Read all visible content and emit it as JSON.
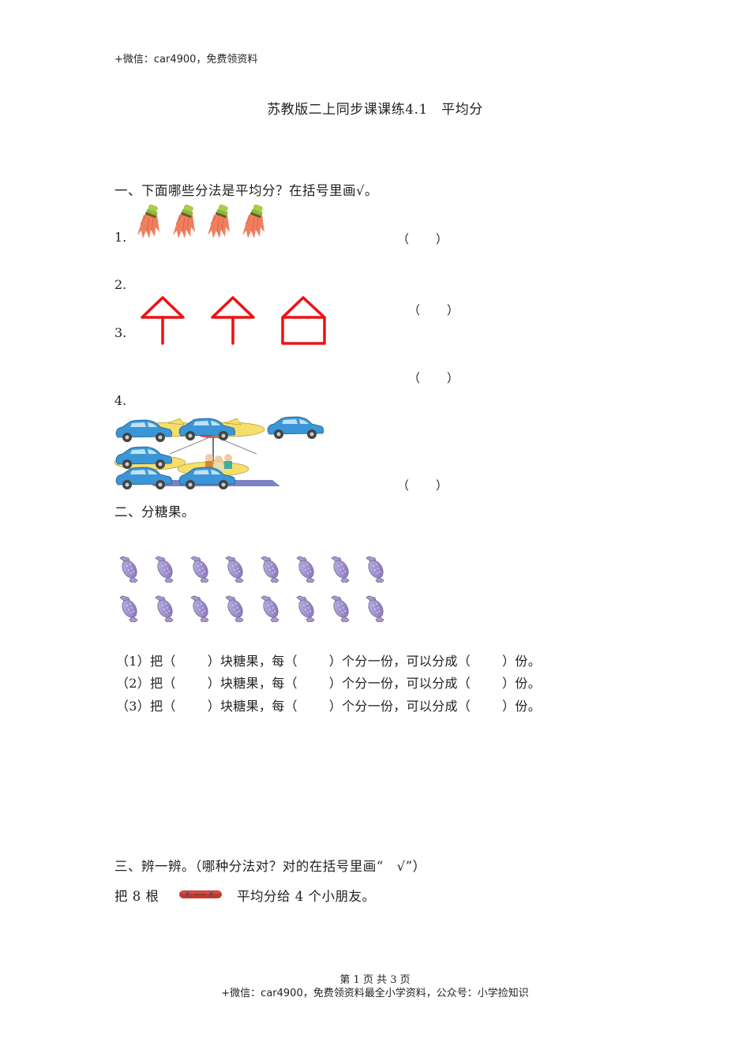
{
  "header": {
    "watermark_top": "+微信：car4900，免费领资料"
  },
  "document": {
    "title": "苏教版二上同步课课练4.1　平均分"
  },
  "section1": {
    "heading": "一、下面哪些分法是平均分？在括号里画√。",
    "items": [
      {
        "label": "1.",
        "image": "carrot-bunches-icon",
        "count": 4,
        "answer_paren_open": "（",
        "answer_paren_close": "）"
      },
      {
        "label": "2.",
        "answer_paren_open": "（",
        "answer_paren_close": "）"
      },
      {
        "label": "3.",
        "image": "red-stick-shapes-icon",
        "answer_paren_open": "（",
        "answer_paren_close": "）"
      },
      {
        "label": "4.",
        "image": "carousel-cars-icon",
        "answer_paren_open": "（",
        "answer_paren_close": "）"
      }
    ],
    "colors": {
      "shape_red": "#ee1111",
      "carrot_orange": "#f07f5e",
      "carrot_green": "#8fb83a",
      "car_blue": "#3a96d6"
    }
  },
  "section2": {
    "heading": "二、分糖果。",
    "candy_rows": 2,
    "candy_per_row": 8,
    "candy_color": "#9c88cc",
    "lines": [
      {
        "prefix": "（1）把（",
        "p1": "）块糖果，每（",
        "p2": "）个分一份，可以分成（",
        "p3": "）份。"
      },
      {
        "prefix": "（2）把（",
        "p1": "）块糖果，每（",
        "p2": "）个分一份，可以分成（",
        "p3": "）份。"
      },
      {
        "prefix": "（3）把（",
        "p1": "）块糖果，每（",
        "p2": "）个分一份，可以分成（",
        "p3": "）份。"
      }
    ]
  },
  "section3": {
    "heading": "三、辨一辨。（哪种分法对？对的在括号里画“　√”）",
    "statement_before": "把 8 根",
    "statement_after": "平均分给 4 个小朋友。",
    "image": "sausage-icon"
  },
  "footer": {
    "page_info": "第 1 页 共 3 页",
    "watermark_bottom": "+微信：car4900，免费领资料最全小学资料，公众号：小学捡知识"
  }
}
